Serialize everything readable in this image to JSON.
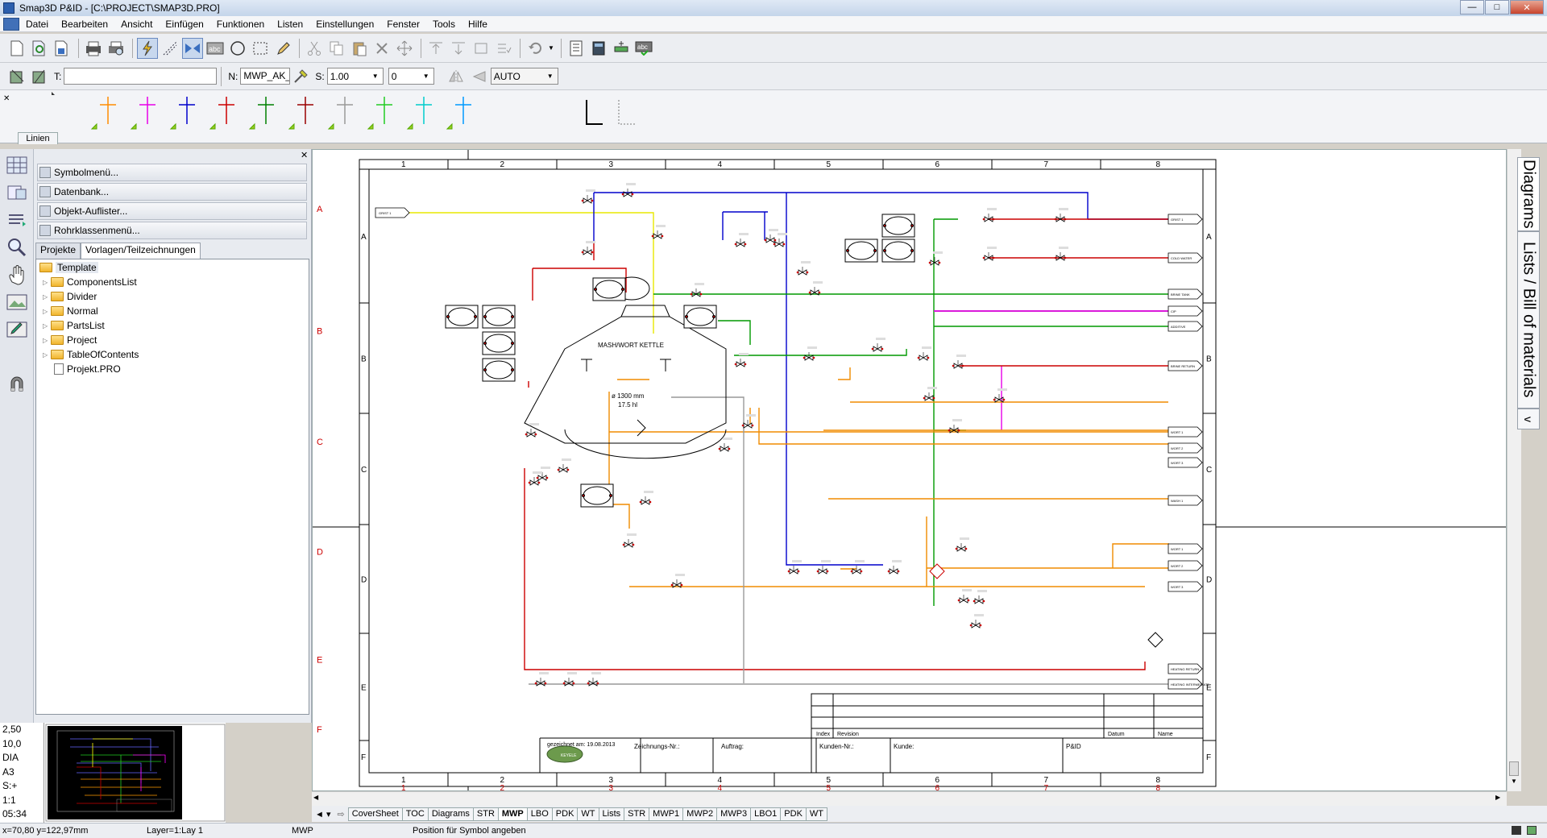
{
  "window": {
    "title": "Smap3D P&ID - [C:\\PROJECT\\SMAP3D.PRO]",
    "min": "—",
    "max": "□",
    "close": "✕"
  },
  "menu": [
    "Datei",
    "Bearbeiten",
    "Ansicht",
    "Einfügen",
    "Funktionen",
    "Listen",
    "Einstellungen",
    "Fenster",
    "Tools",
    "Hilfe"
  ],
  "toolbar2": {
    "t_label": "T:",
    "t_value": "",
    "n_label": "N:",
    "n_value": "MWP_AK_",
    "s_label": "S:",
    "s_value": "1.00",
    "angle_value": "0",
    "mode_value": "AUTO"
  },
  "line_panel": {
    "tab_label": "Linien",
    "line_colors": [
      "#ff8c00",
      "#e800e8",
      "#0000cc",
      "#cc0000",
      "#008000",
      "#990000",
      "#999999",
      "#22cc22",
      "#00cccc",
      "#0099ff"
    ]
  },
  "left_panel": {
    "buttons": [
      "Symbolmenü...",
      "Datenbank...",
      "Objekt-Auflister...",
      "Rohrklassenmenü..."
    ],
    "tabs": [
      "Projekte",
      "Vorlagen/Teilzeichnungen"
    ],
    "tree": {
      "root": "Template",
      "children": [
        "ComponentsList",
        "Divider",
        "Normal",
        "PartsList",
        "Project",
        "TableOfContents"
      ],
      "file": "Projekt.PRO"
    }
  },
  "status_column": [
    "2,50",
    "10,0",
    "DIA",
    "A3",
    "S:+",
    "1:1",
    "05:34"
  ],
  "drawing": {
    "columns": [
      "1",
      "2",
      "3",
      "4",
      "5",
      "6",
      "7",
      "8"
    ],
    "rows": [
      "A",
      "B",
      "C",
      "D",
      "E",
      "F"
    ],
    "kettle_title": "MASH/WORT KETTLE",
    "kettle_diameter": "ø 1300 mm",
    "kettle_volume": "17.5 hl",
    "title_block": {
      "index": "Index",
      "revision": "Revision",
      "datum": "Datum",
      "name": "Name",
      "drawn": "gezeichnet am: 19.08.2013",
      "drawing_no": "Zeichnungs-Nr.:",
      "order": "Auftrag:",
      "customer_no": "Kunden-Nr.:",
      "customer": "Kunde:",
      "doc_type": "P&ID",
      "logo": "KEYELE"
    },
    "labels": [
      "GRIST 1",
      "COLD WATER",
      "BRINE TANK",
      "CIP",
      "ADDITIVE",
      "BRINE RETURN",
      "WORT 1",
      "WORT 2",
      "WORT 3",
      "WASH 1",
      "WORT 1",
      "WORT 2",
      "WORT 3",
      "HEATING RETURN",
      "HEATING INTERMEDIATE"
    ]
  },
  "right_tabs": [
    "Diagrams",
    "Lists / Bill of materials",
    "v"
  ],
  "sheet_tabs": [
    "CoverSheet",
    "TOC",
    "Diagrams",
    "STR",
    "MWP",
    "LBO",
    "PDK",
    "WT",
    "Lists",
    "STR",
    "MWP1",
    "MWP2",
    "MWP3",
    "LBO1",
    "PDK",
    "WT"
  ],
  "sheet_selected": 4,
  "statusbar": {
    "coords": "x=70,80 y=122,97mm",
    "layer": "Layer=1:Lay 1",
    "sheet": "MWP",
    "hint": "Position für Symbol angeben"
  }
}
